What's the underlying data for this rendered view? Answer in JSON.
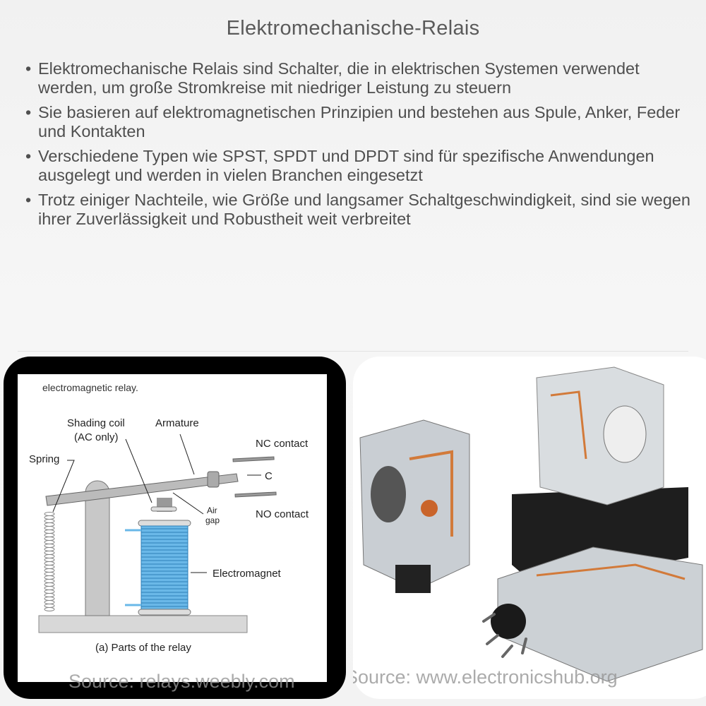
{
  "title": "Elektromechanische-Relais",
  "bullets": [
    "Elektromechanische Relais sind Schalter, die in elektrischen Systemen verwendet werden, um große Stromkreise mit niedriger Leistung zu steuern",
    "Sie basieren auf elektromagnetischen Prinzipien und bestehen aus Spule, Anker, Feder und Kontakten",
    "Verschiedene Typen wie SPST, SPDT und DPDT sind für spezifische Anwendungen ausgelegt und werden in vielen Branchen eingesetzt",
    "Trotz einiger Nachteile, wie Größe und langsamer Schaltgeschwindigkeit, sind sie wegen ihrer Zuverlässigkeit und Robustheit weit verbreitet"
  ],
  "diagram": {
    "heading": "electromagnetic relay.",
    "labels": {
      "shading_coil": "Shading coil",
      "ac_only": "(AC only)",
      "armature": "Armature",
      "nc": "NC contact",
      "c": "C",
      "no": "NO contact",
      "spring": "Spring",
      "air": "Air",
      "gap": "gap",
      "electromagnet": "Electromagnet"
    },
    "caption": "(a)  Parts of the relay",
    "source": "Source: relays.weebly.com"
  },
  "photo": {
    "source": "Source: www.electronicshub.org"
  }
}
